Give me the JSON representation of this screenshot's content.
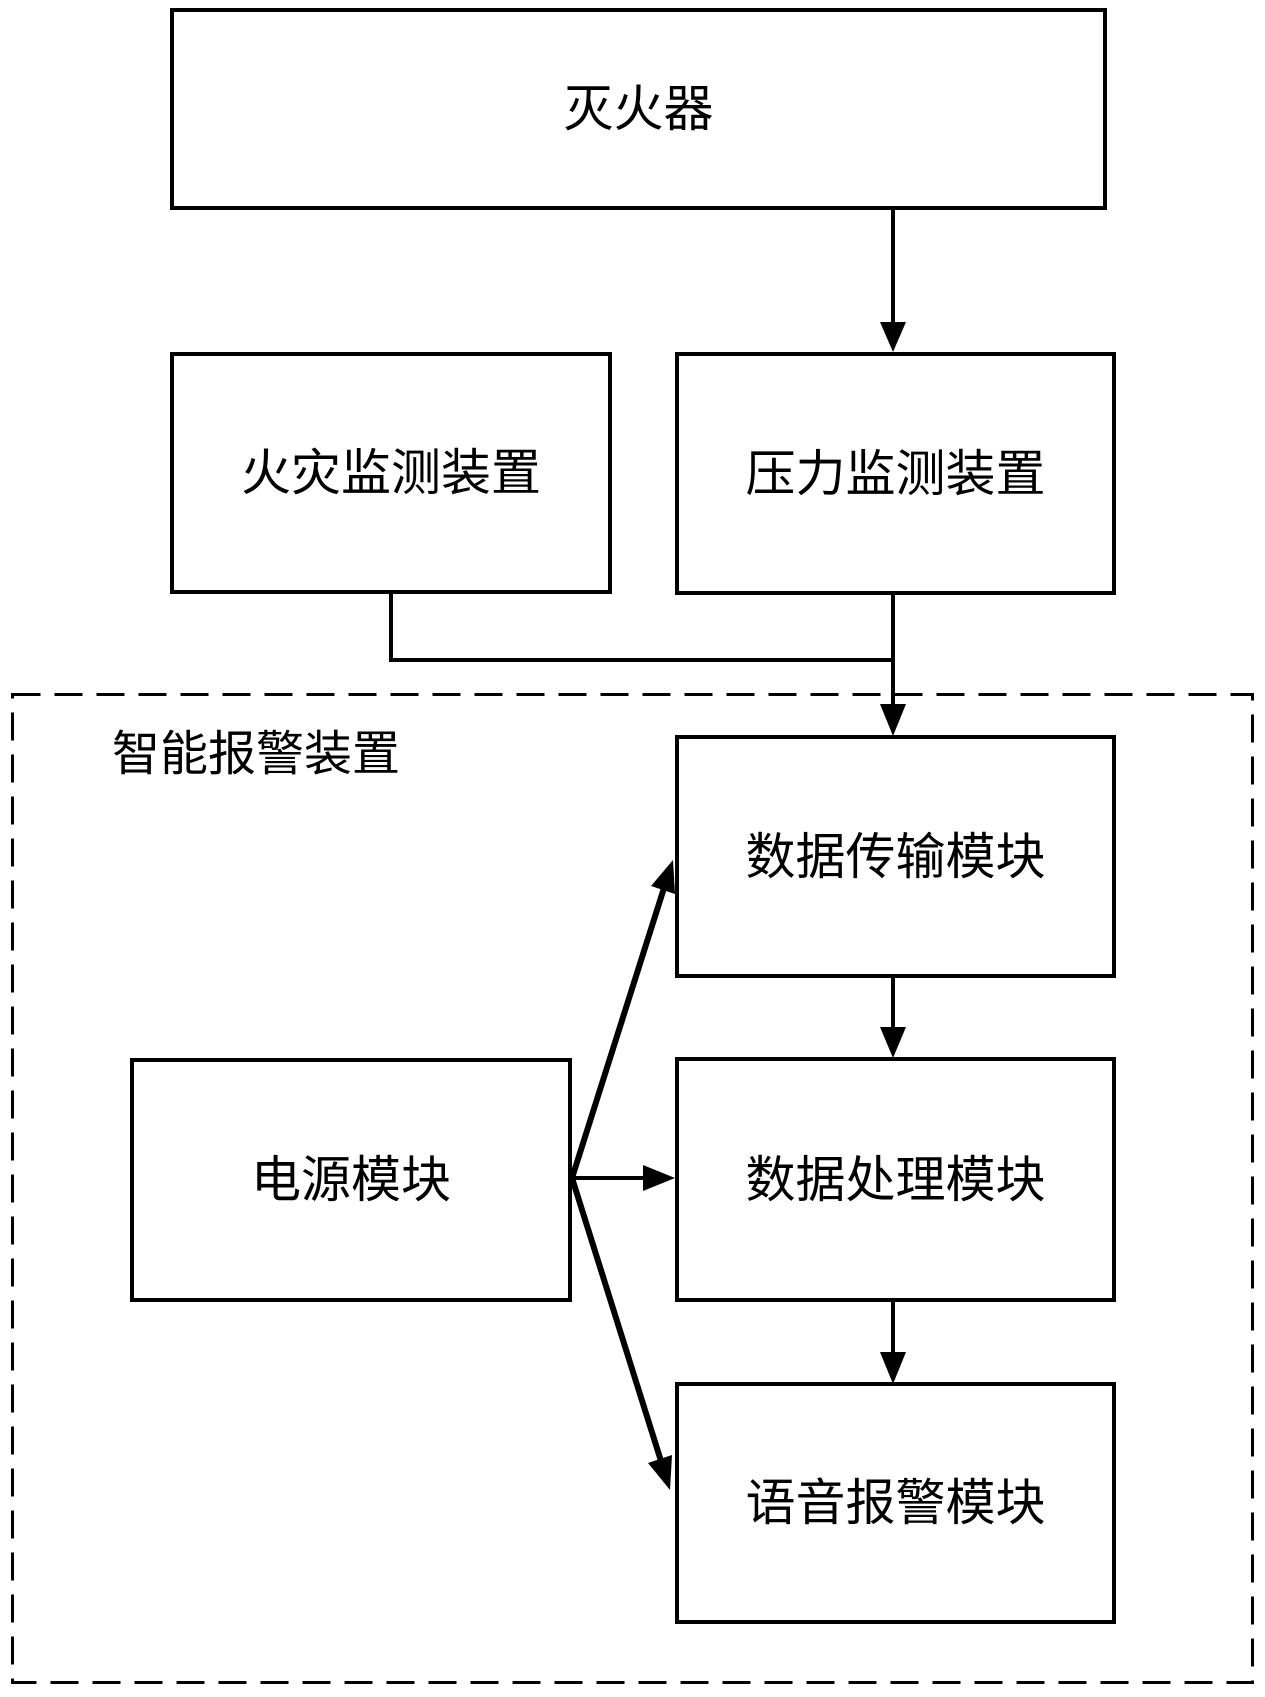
{
  "diagram": {
    "type": "block-diagram",
    "colors": {
      "line": "#000000",
      "background": "#ffffff"
    },
    "nodes": {
      "extinguisher": {
        "label": "灭火器"
      },
      "fire_monitor": {
        "label": "火灾监测装置"
      },
      "pressure_monitor": {
        "label": "压力监测装置"
      },
      "data_transmission": {
        "label": "数据传输模块"
      },
      "power": {
        "label": "电源模块"
      },
      "data_processing": {
        "label": "数据处理模块"
      },
      "voice_alarm": {
        "label": "语音报警模块"
      }
    },
    "groups": {
      "smart_alarm": {
        "label": "智能报警装置",
        "style": "dashed",
        "contains": [
          "data_transmission",
          "power",
          "data_processing",
          "voice_alarm"
        ]
      }
    },
    "edges": [
      {
        "from": "extinguisher",
        "to": "pressure_monitor",
        "type": "arrow"
      },
      {
        "from": "fire_monitor",
        "to": "data_transmission",
        "type": "arrow",
        "route": "elbow-merge"
      },
      {
        "from": "pressure_monitor",
        "to": "data_transmission",
        "type": "arrow"
      },
      {
        "from": "data_transmission",
        "to": "data_processing",
        "type": "arrow"
      },
      {
        "from": "data_processing",
        "to": "voice_alarm",
        "type": "arrow"
      },
      {
        "from": "power",
        "to": "data_transmission",
        "type": "arrow",
        "route": "diagonal"
      },
      {
        "from": "power",
        "to": "data_processing",
        "type": "arrow",
        "route": "straight"
      },
      {
        "from": "power",
        "to": "voice_alarm",
        "type": "arrow",
        "route": "diagonal"
      }
    ]
  }
}
